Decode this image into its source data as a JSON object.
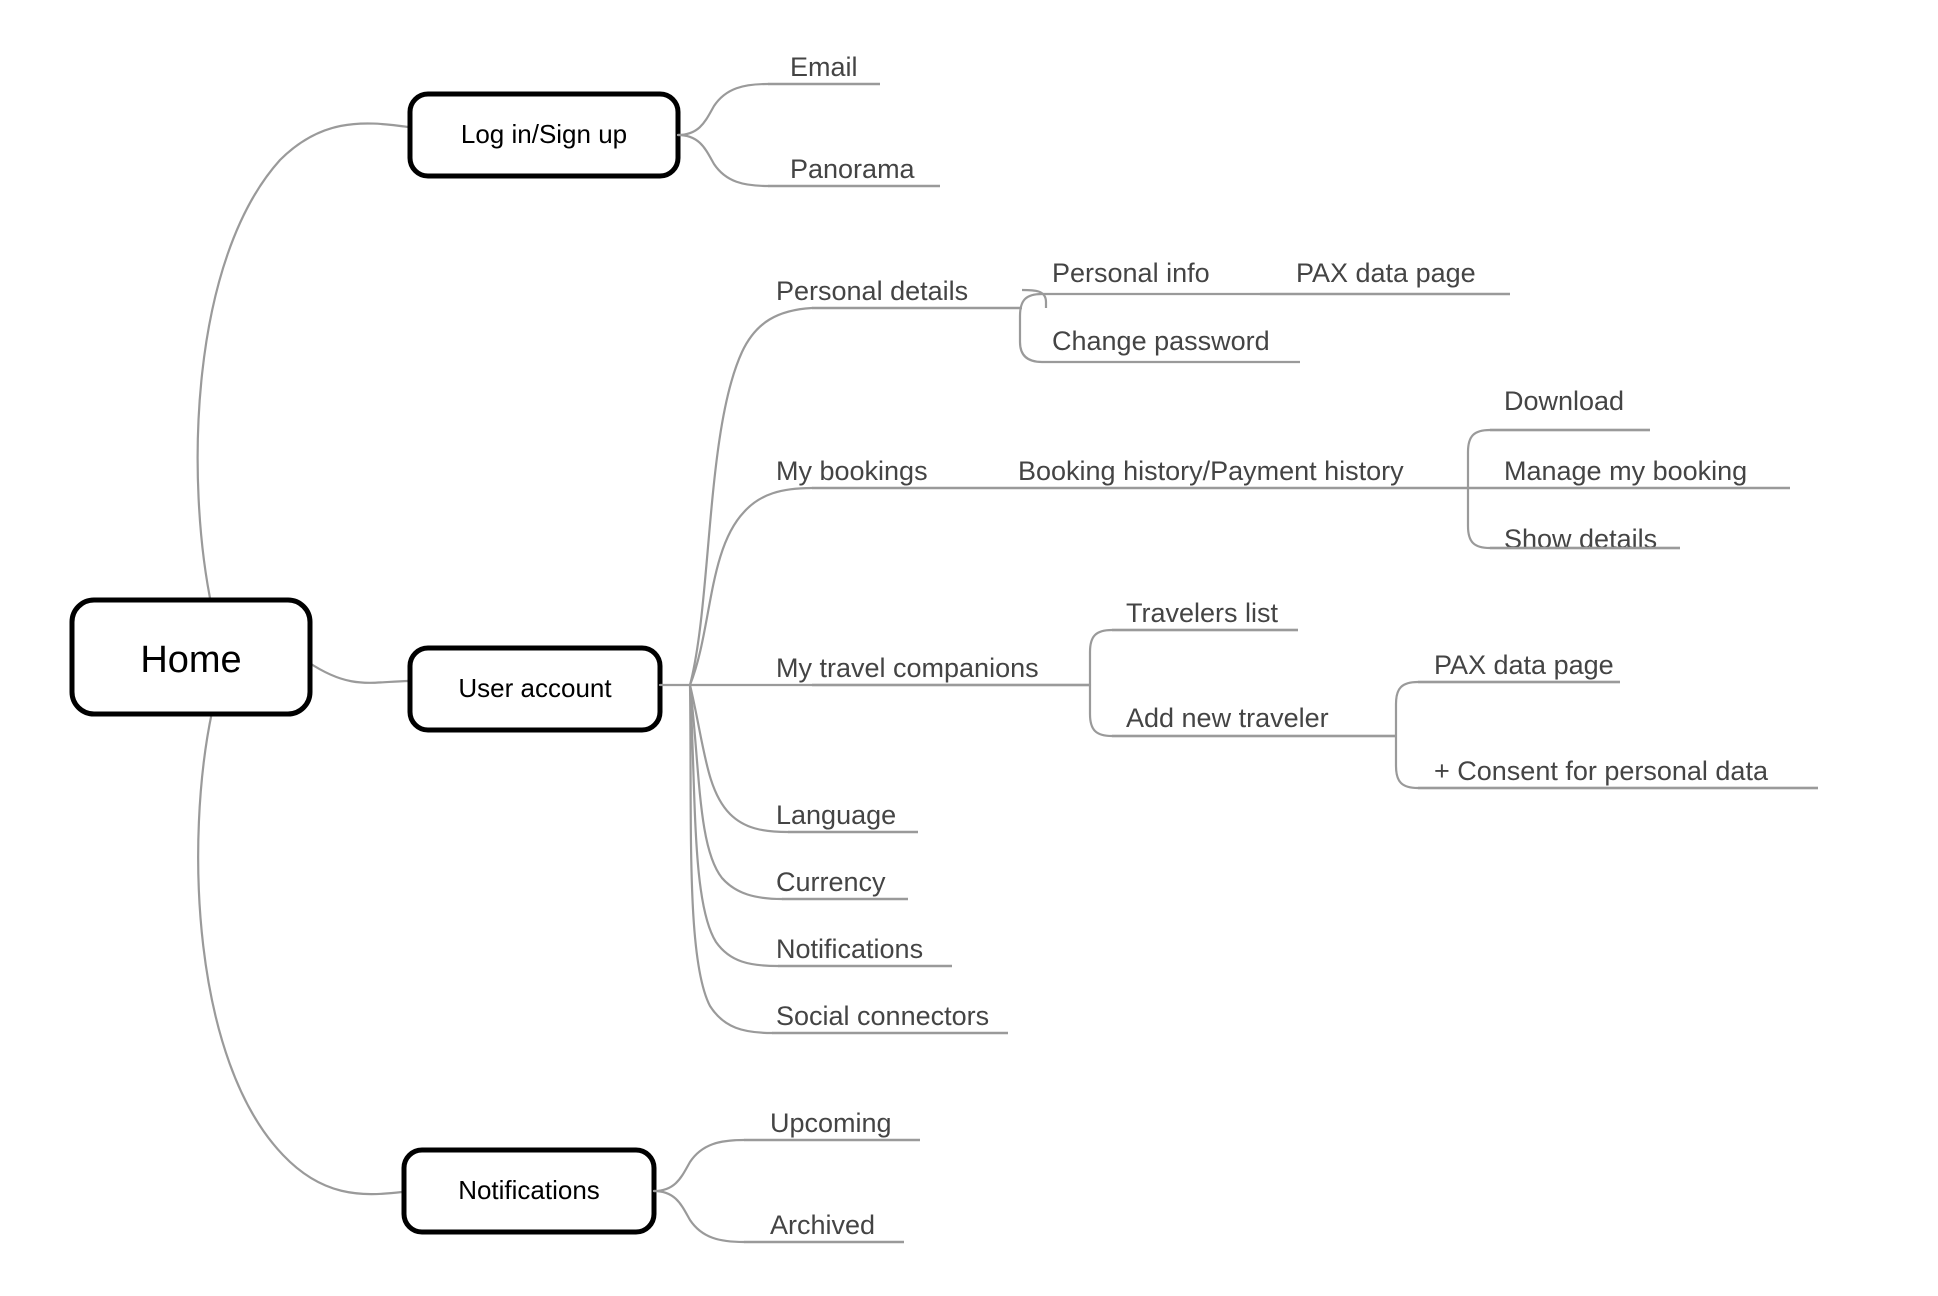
{
  "diagram": {
    "type": "mind-map",
    "title": "Home",
    "background_color": "#ffffff",
    "node_border_color": "#000000",
    "connector_color": "#9a9a9a",
    "label_color": "#444444",
    "root": {
      "label": "Home"
    },
    "branches": [
      {
        "label": "Log in/Sign up",
        "children": [
          {
            "label": "Email",
            "children": []
          },
          {
            "label": "Panorama",
            "children": []
          }
        ]
      },
      {
        "label": "User account",
        "children": [
          {
            "label": "Personal details",
            "children": [
              {
                "label": "Personal info",
                "children": [
                  {
                    "label": "PAX data page",
                    "children": []
                  }
                ]
              },
              {
                "label": "Change password",
                "children": []
              }
            ]
          },
          {
            "label": "My bookings",
            "children": [
              {
                "label": "Booking history/Payment history",
                "children": [
                  {
                    "label": "Download",
                    "children": []
                  },
                  {
                    "label": "Manage my booking",
                    "children": []
                  },
                  {
                    "label": "Show details",
                    "children": []
                  }
                ]
              }
            ]
          },
          {
            "label": "My travel companions",
            "children": [
              {
                "label": "Travelers list",
                "children": []
              },
              {
                "label": "Add new traveler",
                "children": [
                  {
                    "label": "PAX data page",
                    "children": []
                  },
                  {
                    "label": "+ Consent for personal data",
                    "children": []
                  }
                ]
              }
            ]
          },
          {
            "label": "Language",
            "children": []
          },
          {
            "label": "Currency",
            "children": []
          },
          {
            "label": "Notifications",
            "children": []
          },
          {
            "label": "Social connectors",
            "children": []
          }
        ]
      },
      {
        "label": "Notifications",
        "children": [
          {
            "label": "Upcoming",
            "children": []
          },
          {
            "label": "Archived",
            "children": []
          }
        ]
      }
    ]
  },
  "labels": {
    "root_home": "Home",
    "login_signup": "Log in/Sign up",
    "email": "Email",
    "panorama": "Panorama",
    "user_account": "User account",
    "personal_details": "Personal details",
    "personal_info": "Personal info",
    "pax_data_page_1": "PAX data page",
    "change_password": "Change password",
    "my_bookings": "My bookings",
    "booking_payment_history": "Booking history/Payment history",
    "download": "Download",
    "manage_my_booking": "Manage my booking",
    "show_details": "Show details",
    "my_travel_companions": "My travel companions",
    "travelers_list": "Travelers list",
    "add_new_traveler": "Add new traveler",
    "pax_data_page_2": "PAX data page",
    "consent_personal_data": "+ Consent for personal data",
    "language": "Language",
    "currency": "Currency",
    "notifications_leaf": "Notifications",
    "social_connectors": "Social connectors",
    "notifications_node": "Notifications",
    "upcoming": "Upcoming",
    "archived": "Archived"
  }
}
